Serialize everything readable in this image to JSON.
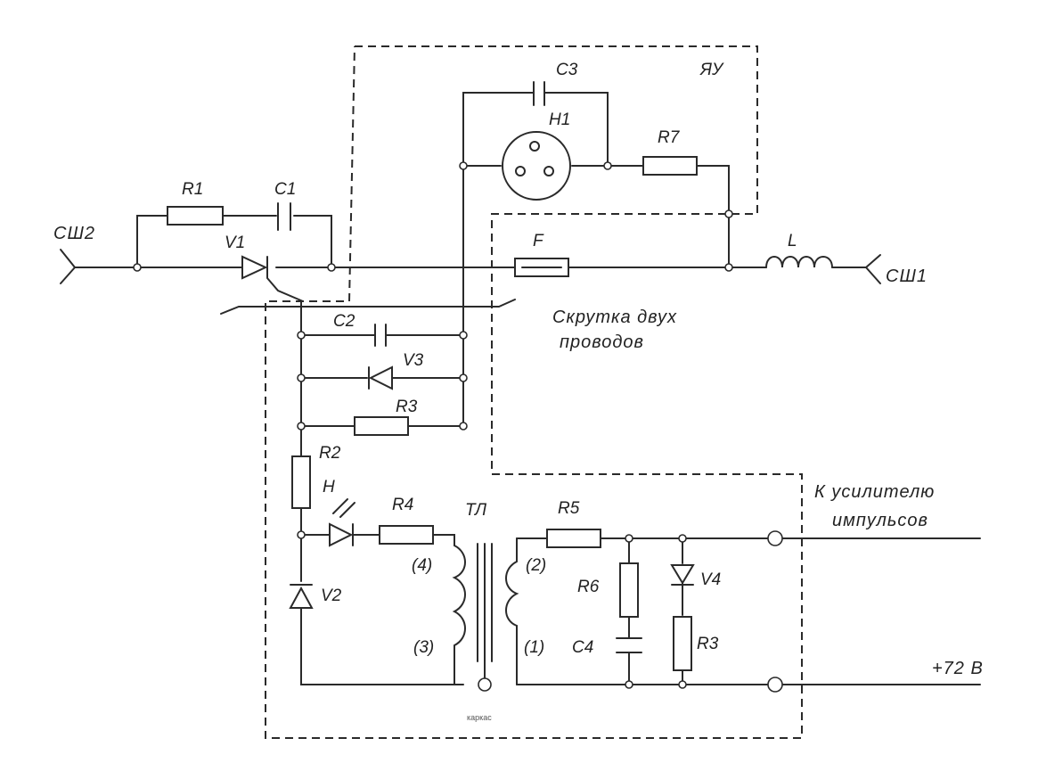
{
  "diagram": {
    "block_labels": {
      "ya": "ЯУ",
      "tr": "ТЛ"
    },
    "components": {
      "r1": "R1",
      "c1": "C1",
      "v1": "V1",
      "c3": "C3",
      "h1": "H1",
      "r7": "R7",
      "f": "F",
      "l": "L",
      "c2": "C2",
      "v3": "V3",
      "r3a": "R3",
      "r2": "R2",
      "h": "H",
      "r4": "R4",
      "v2": "V2",
      "r5": "R5",
      "r6": "R6",
      "v4": "V4",
      "c4": "C4",
      "r3b": "R3"
    },
    "connectors": {
      "left": "СШ2",
      "right": "СШ1"
    },
    "winding_marks": {
      "w2": "(2)",
      "w3": "(3)",
      "w4": "(4)",
      "w1": "(1)"
    },
    "notes": {
      "twist_line1": "Скрутка двух",
      "twist_line2": "проводов",
      "amp_line1": "К усилителю",
      "amp_line2": "импульсов",
      "voltage": "+72 В"
    }
  }
}
